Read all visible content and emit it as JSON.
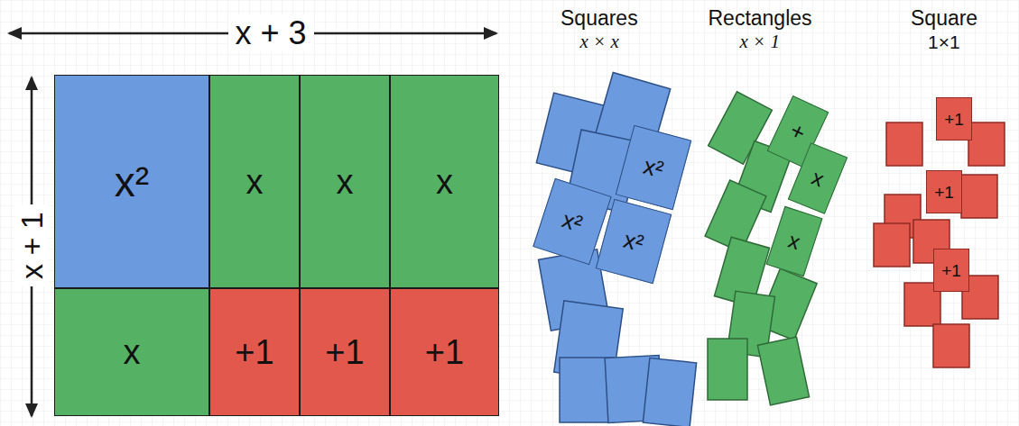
{
  "diagram": {
    "nodes": [
      {
        "text": [
          "x²"
        ]
      },
      {
        "text": [
          "x"
        ]
      },
      {
        "text": [
          "x"
        ]
      },
      {
        "text": [
          "x"
        ]
      },
      {
        "text": [
          "x"
        ]
      },
      {
        "text": [
          "+1"
        ]
      },
      {
        "text": [
          "+1"
        ]
      },
      {
        "text": [
          "+1"
        ]
      },
      {
        "text": [
          "x²"
        ]
      },
      {
        "text": [
          "x²"
        ]
      },
      {
        "text": [
          "x²"
        ]
      },
      {
        "text": [
          "+"
        ]
      },
      {
        "text": [
          "x"
        ]
      },
      {
        "text": [
          "x"
        ]
      },
      {
        "text": [
          "+1"
        ]
      },
      {
        "text": [
          "+1"
        ]
      },
      {
        "text": [
          "+1"
        ]
      }
    ],
    "labels": [
      "x + 3",
      "x + 1",
      "Squares",
      "x × x",
      "Rectangles",
      "x × 1",
      "Square",
      "1×1"
    ]
  }
}
